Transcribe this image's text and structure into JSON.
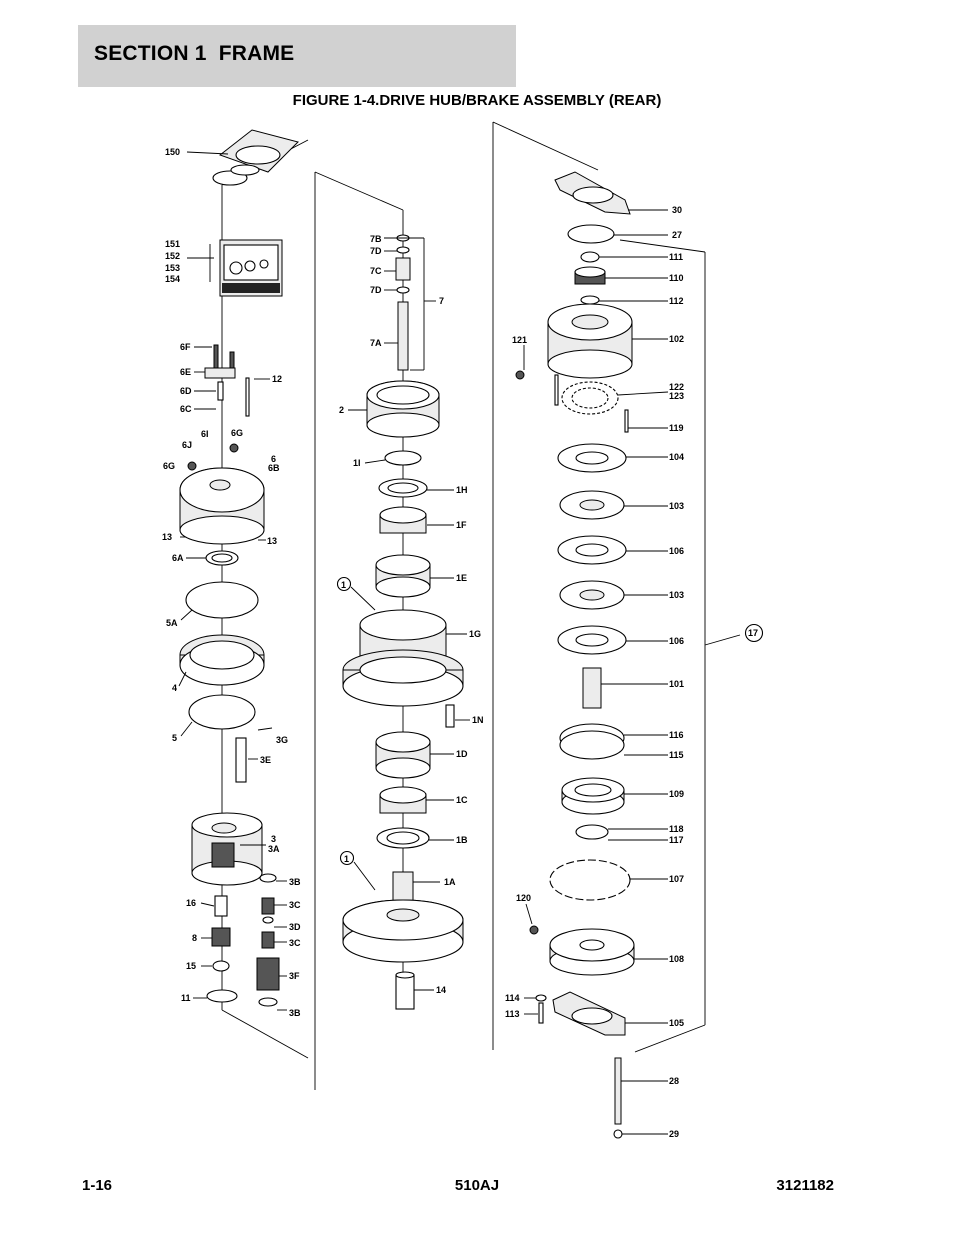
{
  "header": {
    "section_title": "SECTION 1  FRAME",
    "figure_title": "FIGURE 1-4.DRIVE HUB/BRAKE ASSEMBLY (REAR)"
  },
  "callouts": {
    "c150": "150",
    "c151": "151",
    "c152": "152",
    "c153": "153",
    "c154": "154",
    "c6F": "6F",
    "c6E": "6E",
    "c6D": "6D",
    "c6C": "6C",
    "c12": "12",
    "c6I": "6I",
    "c6G_a": "6G",
    "c6J": "6J",
    "c6G_b": "6G",
    "c6": "6",
    "c6B": "6B",
    "c13_a": "13",
    "c13_b": "13",
    "c6A": "6A",
    "c5A": "5A",
    "c4": "4",
    "c5": "5",
    "c3G": "3G",
    "c3E": "3E",
    "c3": "3",
    "c3A": "3A",
    "c3B_a": "3B",
    "c16": "16",
    "c3C_a": "3C",
    "c3D": "3D",
    "c8": "8",
    "c3C_b": "3C",
    "c15": "15",
    "c3F": "3F",
    "c11": "11",
    "c3B_b": "3B",
    "c7B": "7B",
    "c7D_a": "7D",
    "c7C": "7C",
    "c7D_b": "7D",
    "c7": "7",
    "c7A": "7A",
    "c2": "2",
    "c1I": "1I",
    "c1H": "1H",
    "c1F": "1F",
    "c1E": "1E",
    "c1_a": "1",
    "c1G": "1G",
    "c1N": "1N",
    "c1D": "1D",
    "c1C": "1C",
    "c1B": "1B",
    "c1_b": "1",
    "c1A": "1A",
    "c14": "14",
    "c30": "30",
    "c27": "27",
    "c111": "111",
    "c110": "110",
    "c112": "112",
    "c121": "121",
    "c102": "102",
    "c122": "122",
    "c123": "123",
    "c119": "119",
    "c104": "104",
    "c103_a": "103",
    "c106_a": "106",
    "c103_b": "103",
    "c17": "17",
    "c106_b": "106",
    "c101": "101",
    "c116": "116",
    "c115": "115",
    "c109": "109",
    "c118": "118",
    "c117": "117",
    "c107": "107",
    "c120": "120",
    "c108": "108",
    "c114": "114",
    "c113": "113",
    "c105": "105",
    "c28": "28",
    "c29": "29"
  },
  "footer": {
    "page_number": "1-16",
    "model": "510AJ",
    "manual_number": "3121182"
  }
}
